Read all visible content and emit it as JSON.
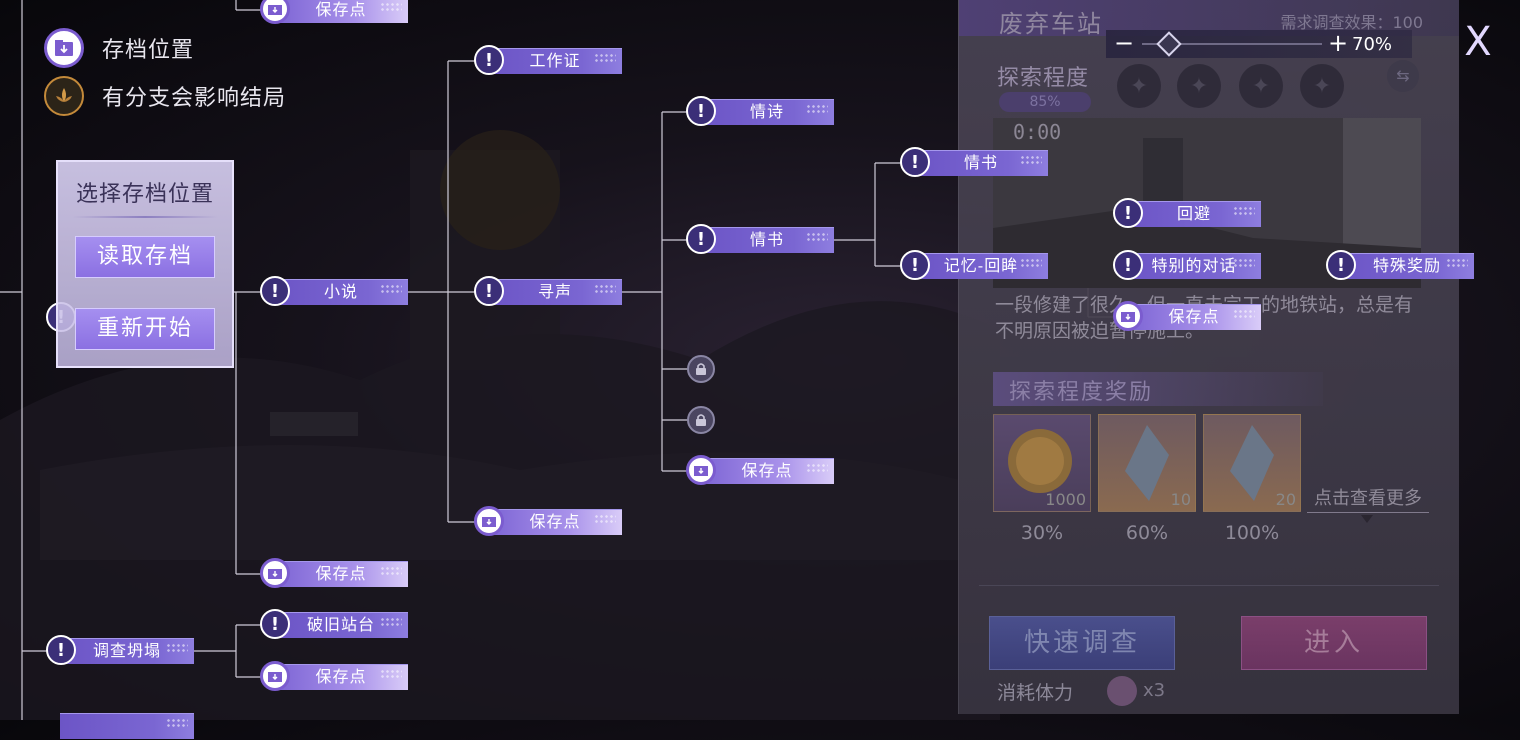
{
  "legend": {
    "save_label": "存档位置",
    "branch_label": "有分支会影响结局"
  },
  "select_panel": {
    "title": "选择存档位置",
    "load_button": "读取存档",
    "restart_button": "重新开始"
  },
  "tree": {
    "top_save": "保存点",
    "novel": "小说",
    "novel_save": "保存点",
    "work_card": "工作证",
    "search_voice": "寻声",
    "search_save": "保存点",
    "love_poem": "情诗",
    "love_letter_1": "情书",
    "mid_save": "保存点",
    "love_letter_2": "情书",
    "memory": "记忆-回眸",
    "dodge": "回避",
    "special_dialog": "特别的对话",
    "memory_save": "保存点",
    "special_reward": "特殊奖励",
    "investigate": "调查坍塌",
    "old_platform": "破旧站台",
    "investigate_save": "保存点"
  },
  "info_panel": {
    "title": "废弃车站",
    "requirement": "需求调查效果：100",
    "progress_label": "探索程度",
    "progress_value": "85%",
    "scene_time": "0:00",
    "description": "一段修建了很久，但一直未完工的地铁站，总是有不明原因被迫暂停施工。",
    "reward_title": "探索程度奖励",
    "rewards": [
      {
        "count": "1000",
        "pct": "30%"
      },
      {
        "count": "10",
        "pct": "60%"
      },
      {
        "count": "20",
        "pct": "100%"
      }
    ],
    "more": "点击查看更多",
    "quick_button": "快速调查",
    "enter_button": "进入",
    "stamina_label": "消耗体力",
    "stamina_cost": "x3"
  },
  "zoom": {
    "minus": "−",
    "plus": "+",
    "value": "70%"
  },
  "close_label": "X",
  "colors": {
    "node_purple": "#6c55c6",
    "save_light": "#d9ccf8",
    "bg_dark": "#0a090d"
  }
}
